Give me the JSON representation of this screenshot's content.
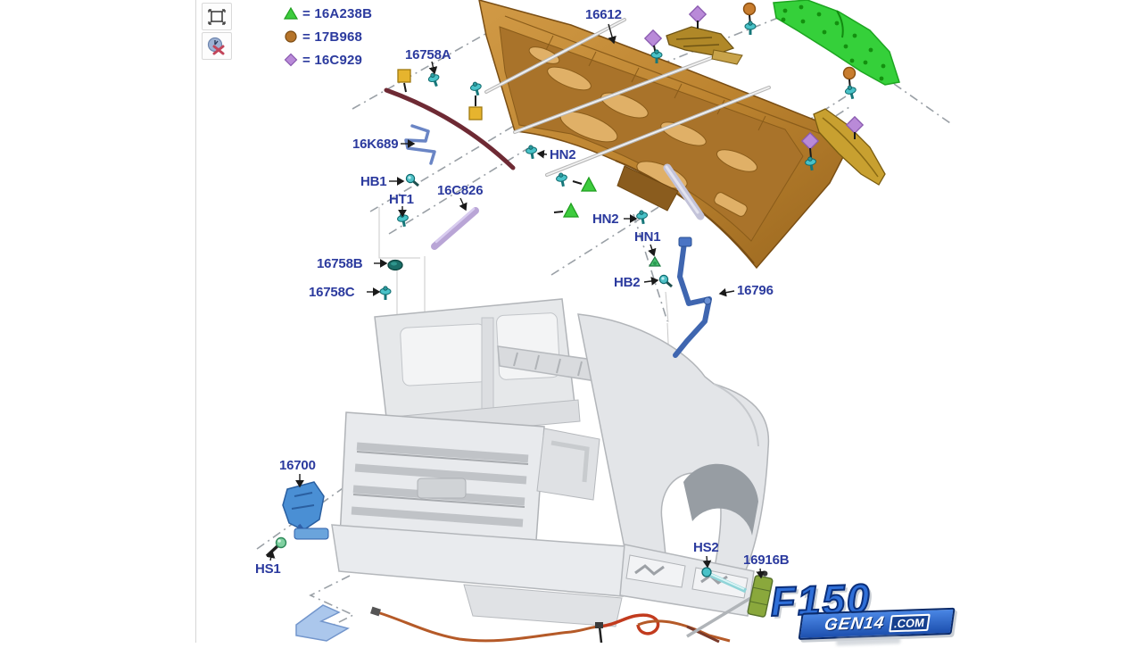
{
  "toolbar": {
    "buttons": [
      {
        "name": "fit-to-view"
      },
      {
        "name": "zoom-cancel"
      }
    ]
  },
  "legend": {
    "items": [
      {
        "symbol": "triangle",
        "color": "#3ecc3e",
        "label": "= 16A238B"
      },
      {
        "symbol": "circle",
        "color": "#b5742a",
        "label": "= 17B968"
      },
      {
        "symbol": "diamond",
        "color": "#b98ad8",
        "label": "= 16C929"
      }
    ]
  },
  "callouts": [
    {
      "id": "16612",
      "text": "16612"
    },
    {
      "id": "16758A",
      "text": "16758A"
    },
    {
      "id": "16K689",
      "text": "16K689"
    },
    {
      "id": "HB1",
      "text": "HB1"
    },
    {
      "id": "HT1",
      "text": "HT1"
    },
    {
      "id": "16C826",
      "text": "16C826"
    },
    {
      "id": "HN2-a",
      "text": "HN2"
    },
    {
      "id": "HN2-b",
      "text": "HN2"
    },
    {
      "id": "HN1",
      "text": "HN1"
    },
    {
      "id": "HB2",
      "text": "HB2"
    },
    {
      "id": "16796",
      "text": "16796"
    },
    {
      "id": "16758B",
      "text": "16758B"
    },
    {
      "id": "16758C",
      "text": "16758C"
    },
    {
      "id": "16700",
      "text": "16700"
    },
    {
      "id": "HS1",
      "text": "HS1"
    },
    {
      "id": "HS2",
      "text": "HS2"
    },
    {
      "id": "16916B",
      "text": "16916B"
    }
  ],
  "watermark": {
    "title": "F150",
    "gen": "GEN14",
    "tld": ".COM"
  },
  "colors": {
    "label_text": "#2b3a9e",
    "hood_copper": "#c08a38",
    "insulator_green": "#35d03a",
    "fastener_teal": "#49c2c8",
    "marker_square_yellow": "#e6b42e",
    "seal_maroon": "#6e2a34",
    "hinge_blue": "#3f66b0",
    "watermark_blue": "#2f6fd8",
    "truck_gray": "#e3e5e8"
  }
}
